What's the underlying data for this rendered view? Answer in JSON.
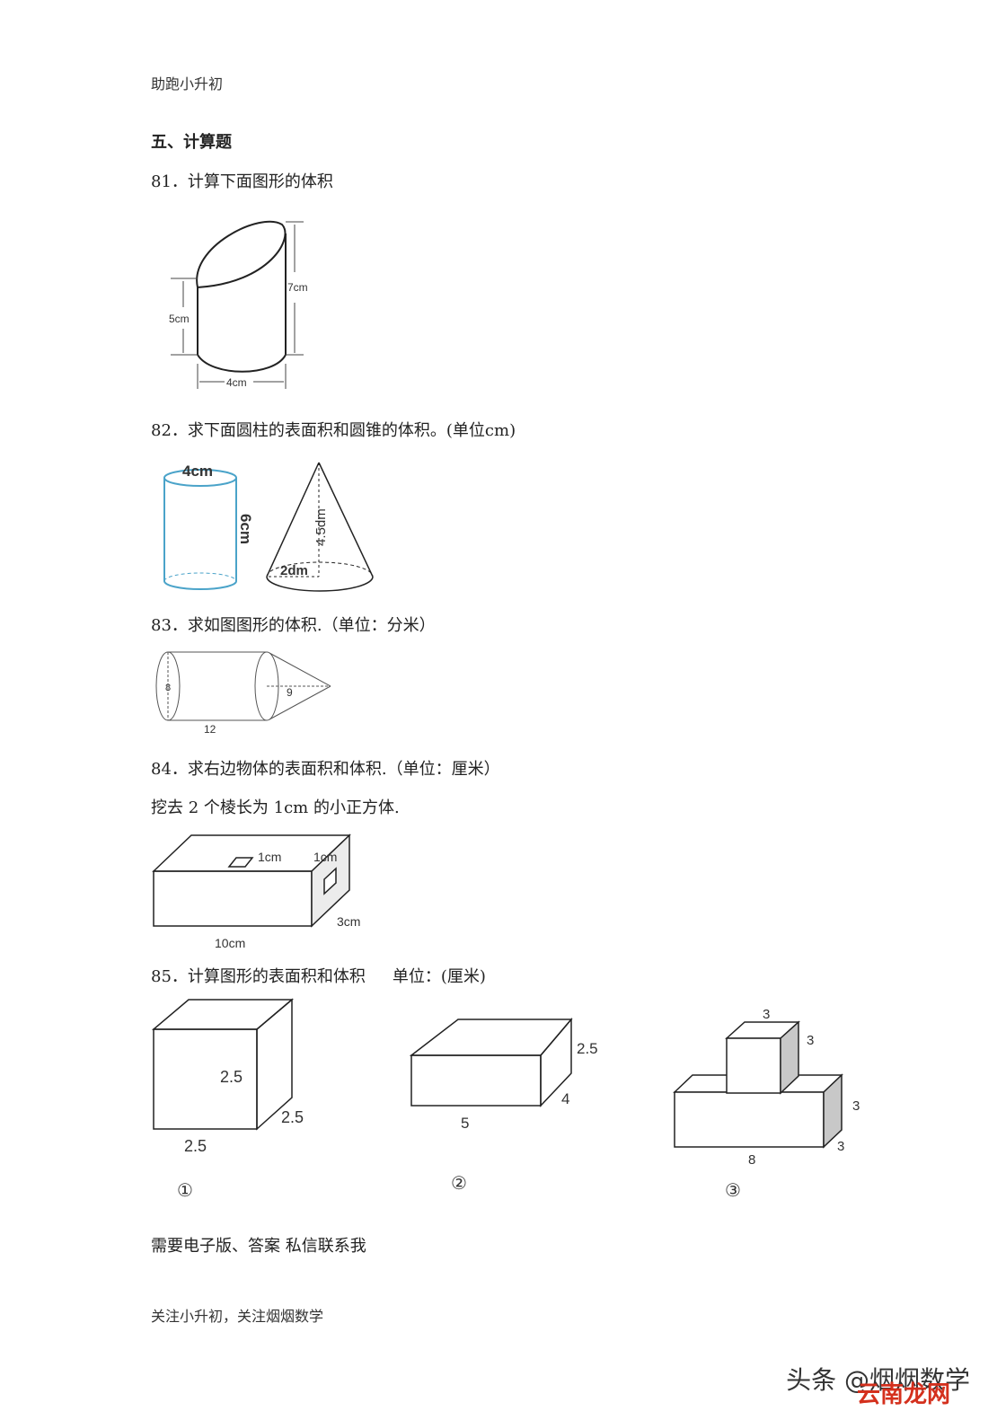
{
  "header": "助跑小升初",
  "section_title": "五、计算题",
  "questions": [
    {
      "num": "81．",
      "text": "计算下面图形的体积",
      "labels": {
        "h_left": "5cm",
        "h_right": "7cm",
        "diameter": "4cm"
      }
    },
    {
      "num": "82．",
      "text": "求下面圆柱的表面积和圆锥的体积。(单位cm)",
      "labels": {
        "cyl_d": "4cm",
        "cyl_h": "6cm",
        "cone_h": "4.5dm",
        "cone_r": "2dm"
      }
    },
    {
      "num": "83．",
      "text": "求如图图形的体积.（单位：分米）",
      "labels": {
        "d": "8",
        "cone_h": "9",
        "len": "12"
      }
    },
    {
      "num": "84．",
      "text": "求右边物体的表面积和体积.（单位：厘米）",
      "subtext": "挖去 2 个棱长为 1cm 的小正方体.",
      "labels": {
        "top_cube": "1cm",
        "side_cube": "1cm",
        "depth": "3cm",
        "length": "10cm"
      }
    },
    {
      "num": "85．",
      "text": "计算图形的表面积和体积",
      "unit": "单位：(厘米)",
      "figures": [
        {
          "mark": "①",
          "labels": [
            "2.5",
            "2.5",
            "2.5"
          ]
        },
        {
          "mark": "②",
          "labels": [
            "2.5",
            "4",
            "5"
          ]
        },
        {
          "mark": "③",
          "labels": [
            "3",
            "3",
            "3",
            "3",
            "8"
          ]
        }
      ]
    }
  ],
  "contact": "需要电子版、答案 私信联系我",
  "footer": "关注小升初，关注烟烟数学",
  "watermark": "头条 @烟烟数学",
  "watermark_overlay": "云南龙网"
}
